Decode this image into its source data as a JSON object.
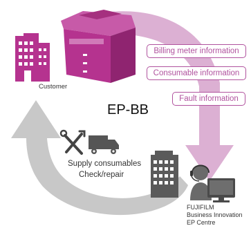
{
  "title": "EP-BB",
  "customer_label": "Customer",
  "info_boxes": [
    {
      "label": "Billing meter information"
    },
    {
      "label": "Consumable information"
    },
    {
      "label": "Fault information"
    }
  ],
  "service_lines": [
    "Supply consumables",
    "Check/repair"
  ],
  "centre_lines": [
    "FUJIFILM",
    "Business Innovation",
    "EP Centre"
  ],
  "colors": {
    "accent": "#b0529e",
    "arrow_light": "#dcb0d3",
    "arrow_gray": "#c8c8c8",
    "building": "#b5338f",
    "printer": "#b5338f",
    "dark_gray": "#555555"
  },
  "icons": [
    "building-icon",
    "printer-icon",
    "tools-icon",
    "truck-icon",
    "office-building-icon",
    "operator-headset-icon",
    "monitor-icon"
  ]
}
